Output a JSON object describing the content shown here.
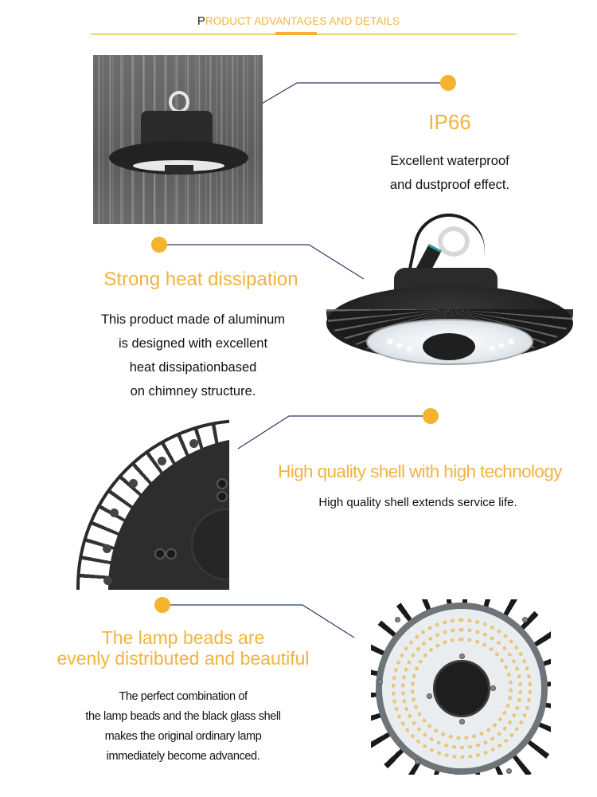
{
  "header": {
    "title_first_letter": "P",
    "title_rest": "RODUCT ADVANTAGES AND DETAILS"
  },
  "colors": {
    "accent_orange": "#f3b12f",
    "title_orange": "#f2b340",
    "callout_line": "#2e3a66",
    "body_text": "#111111"
  },
  "features": [
    {
      "title": "IP66",
      "lines": [
        "Excellent waterproof",
        "and dustproof effect."
      ],
      "image": "lamp-in-rain-photo"
    },
    {
      "title": "Strong heat dissipation",
      "lines": [
        "This product made of aluminum",
        "is designed with excellent",
        "heat dissipationbased",
        "on chimney structure."
      ],
      "image": "lamp-with-cable-photo"
    },
    {
      "title": "High quality shell with high technology",
      "lines": [
        "High quality shell extends service life."
      ],
      "image": "heatsink-fins-closeup-photo"
    },
    {
      "title_lines": [
        "The lamp beads are",
        "evenly distributed and beautiful"
      ],
      "lines": [
        "The perfect combination of",
        "the lamp beads and the black glass shell",
        "makes the original ordinary lamp",
        "immediately become advanced."
      ],
      "image": "led-beads-closeup-photo"
    }
  ]
}
